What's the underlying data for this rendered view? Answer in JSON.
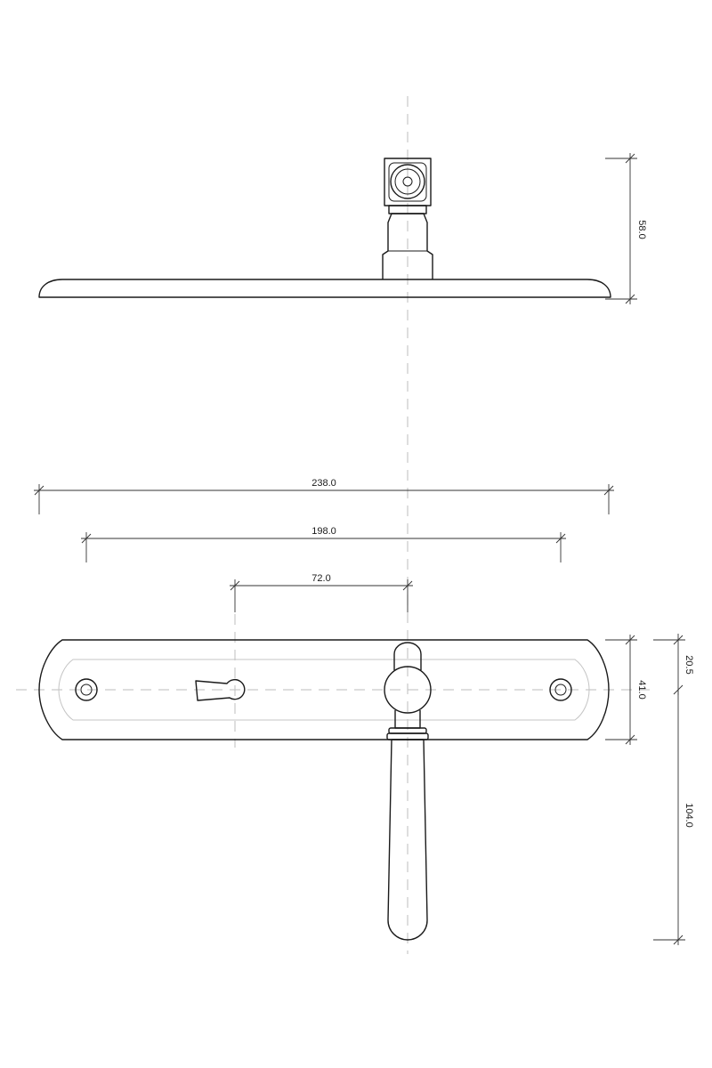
{
  "dimensions": {
    "height_top_view": "58.0",
    "overall_width": "238.0",
    "screw_spacing": "198.0",
    "keyhole_to_handle": "72.0",
    "half_plate_height": "20.5",
    "plate_height": "41.0",
    "lever_length": "104.0"
  },
  "colors": {
    "line": "#1a1a1a",
    "center_line": "#bdbdbd",
    "inner_outline": "#c4c4c4"
  }
}
